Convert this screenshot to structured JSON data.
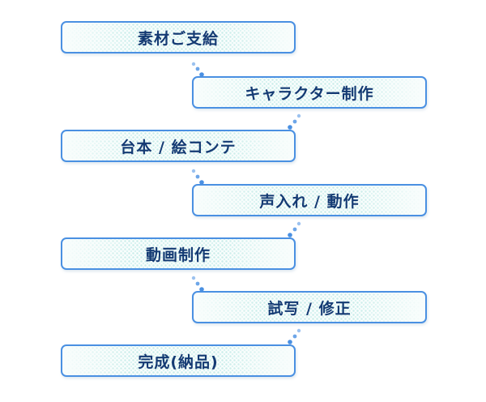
{
  "flow": {
    "steps": [
      {
        "label": "素材ご支給"
      },
      {
        "label": "キャラクター制作"
      },
      {
        "label": "台本 / 絵コンテ"
      },
      {
        "label": "声入れ / 動作"
      },
      {
        "label": "動画制作"
      },
      {
        "label": "試写 / 修正"
      },
      {
        "label": "完成(納品)"
      }
    ],
    "colors": {
      "border": "#4a90e2",
      "text": "#143a73",
      "dot": "#4a90e2",
      "pattern": "#bfe9e6"
    }
  }
}
